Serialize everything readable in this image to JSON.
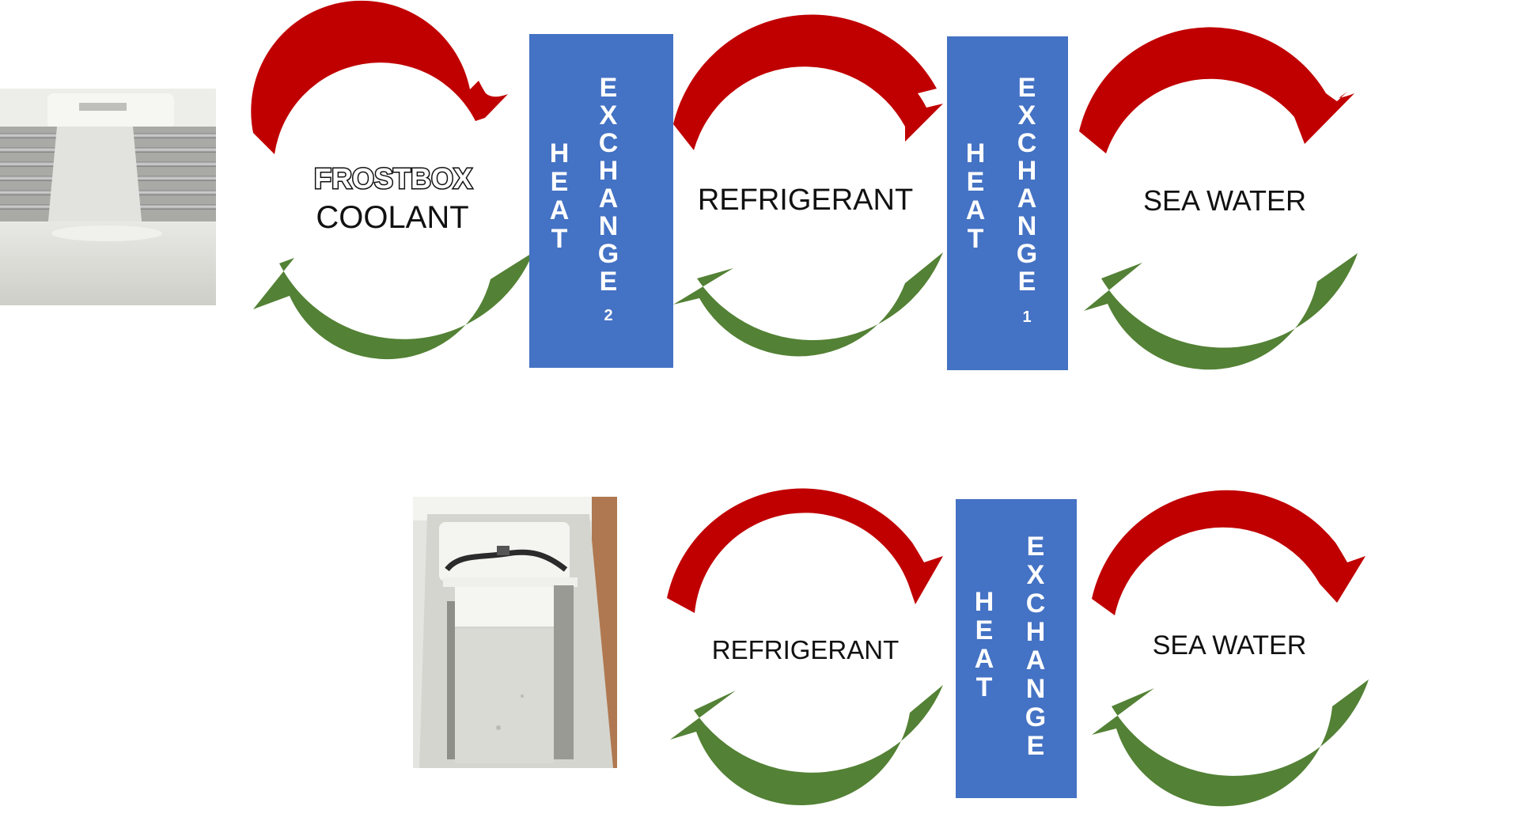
{
  "colors": {
    "hot_arrow": "#c00000",
    "cold_arrow": "#538135",
    "exchanger": "#4472c4",
    "exchanger_text": "#ffffff",
    "label_text": "#111111"
  },
  "top_system": {
    "photo": "cooler-box-with-evaporator-plates",
    "coolant": {
      "brand": "FROSTBOX",
      "label": "COOLANT"
    },
    "exchanger_2": {
      "word1": "HEAT",
      "word2": "EXCHANGE",
      "number": "2"
    },
    "refrigerant_label": "REFRIGERANT",
    "exchanger_1": {
      "word1": "HEAT",
      "word2": "EXCHANGE",
      "number": "1"
    },
    "sea_water_label": "SEA WATER"
  },
  "bottom_system": {
    "photo": "cooler-box-with-evaporator-unit",
    "refrigerant_label": "REFRIGERANT",
    "exchanger": {
      "word1": "HEAT",
      "word2": "EXCHANGE"
    },
    "sea_water_label": "SEA WATER"
  }
}
